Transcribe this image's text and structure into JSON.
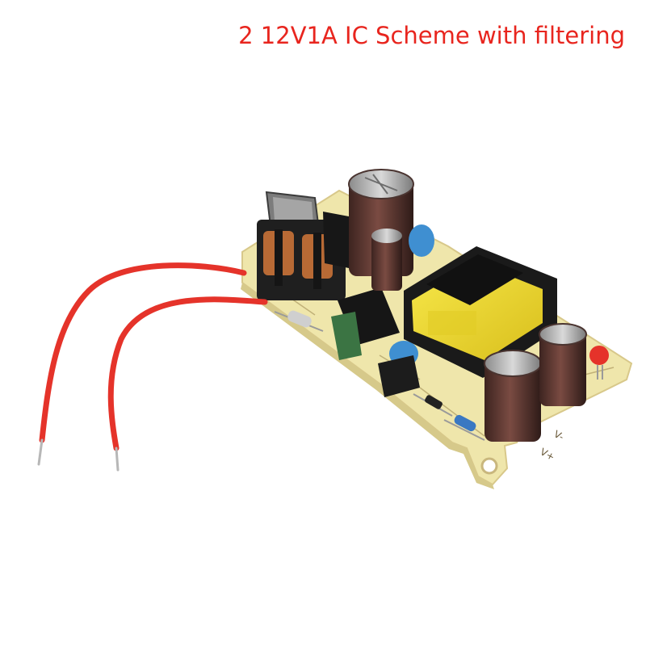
{
  "caption": {
    "text": "2 12V1A IC Scheme with filtering",
    "color": "#e8251e"
  },
  "board": {
    "silkscreen_labels": [
      "V-",
      "V+"
    ],
    "colors": {
      "pcb": "#ece2a4",
      "wire": "#e5332a",
      "transformer": "#f1df33",
      "capacitor_body": "#5c3630",
      "ceramic_cap": "#3f8fd1",
      "led": "#e5332a"
    }
  }
}
